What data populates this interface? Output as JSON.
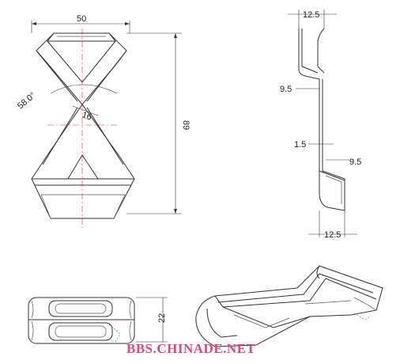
{
  "dimensions": {
    "front_width": "50",
    "front_angle": "58.0°",
    "front_inner": "16",
    "front_height": "89",
    "side_top": "12.5",
    "side_upper": "9.5",
    "side_thickness": "1.5",
    "side_lower": "9.5",
    "side_bottom": "12.5",
    "bottom_height": "22"
  },
  "watermark": "BBS.CHINADE.NET",
  "colors": {
    "line": "#333333",
    "center_line": "#dd3333",
    "watermark": "#e0457b"
  }
}
